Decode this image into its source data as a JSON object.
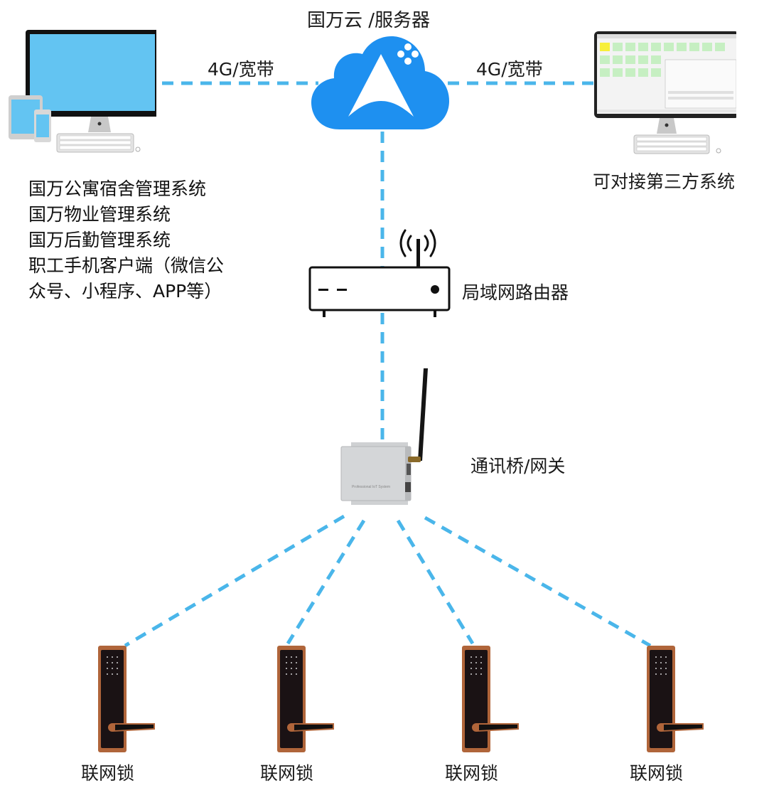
{
  "diagram": {
    "link_color": "#4ab6ea",
    "cloud": {
      "label": "国万云 /服务器",
      "color": "#1e90f0",
      "icon": "navigation-arrow-icon"
    },
    "left_client": {
      "link_label": "4G/宽带",
      "icon": "desktop-tablet-phone-icon",
      "screen_color": "#63c4f2",
      "systems": [
        "国万公寓宿舍管理系统",
        "国万物业管理系统",
        "国万后勤管理系统",
        "职工手机客户端（微信公",
        "众号、小程序、APP等）"
      ]
    },
    "right_client": {
      "link_label": "4G/宽带",
      "icon": "desktop-software-icon",
      "label": "可对接第三方系统"
    },
    "router": {
      "label": "局域网路由器",
      "icon": "wifi-router-icon"
    },
    "gateway": {
      "label": "通讯桥/网关",
      "icon": "gateway-device-icon",
      "device_text": "Professional IoT System"
    },
    "locks": [
      {
        "label": "联网锁",
        "icon": "smart-door-lock-icon"
      },
      {
        "label": "联网锁",
        "icon": "smart-door-lock-icon"
      },
      {
        "label": "联网锁",
        "icon": "smart-door-lock-icon"
      },
      {
        "label": "联网锁",
        "icon": "smart-door-lock-icon"
      }
    ]
  }
}
